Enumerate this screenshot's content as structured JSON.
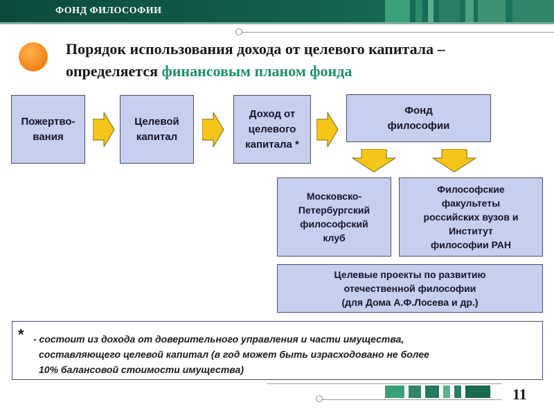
{
  "header": {
    "title": "ФОНД ФИЛОСОФИИ"
  },
  "title": {
    "line1": "Порядок использования дохода от целевого капитала –",
    "line2_plain": "определяется ",
    "line2_accent": "финансовым планом фонда"
  },
  "flow": {
    "donations": [
      "Пожертво-",
      "вания"
    ],
    "endowment": [
      "Целевой",
      "капитал"
    ],
    "income": [
      "Доход от",
      "целевого",
      "капитала *"
    ],
    "fund": [
      "Фонд",
      "философии"
    ]
  },
  "recipients": {
    "club": [
      "Московско-",
      "Петербургский",
      "философский",
      "клуб"
    ],
    "faculties": [
      "Философские",
      "факультеты",
      "российских вузов и",
      "Институт",
      "философии РАН"
    ],
    "projects": [
      "Целевые проекты по развитию",
      "отечественной философии",
      "(для Дома А.Ф.Лосева и др.)"
    ]
  },
  "footnote": {
    "star": "*",
    "line1": "- состоит из дохода от доверительного управления и части имущества,",
    "line2": "составляющего целевой капитал (в год может быть израсходовано не более",
    "line3": "10% балансовой стоимости имущества)"
  },
  "page_number": "11",
  "colors": {
    "box_fill": "#c7cfef",
    "arrow_fill": "#f5c518",
    "accent": "#1e8f6e",
    "header": "#0b4a3c",
    "bullet": "#f28a1e"
  }
}
